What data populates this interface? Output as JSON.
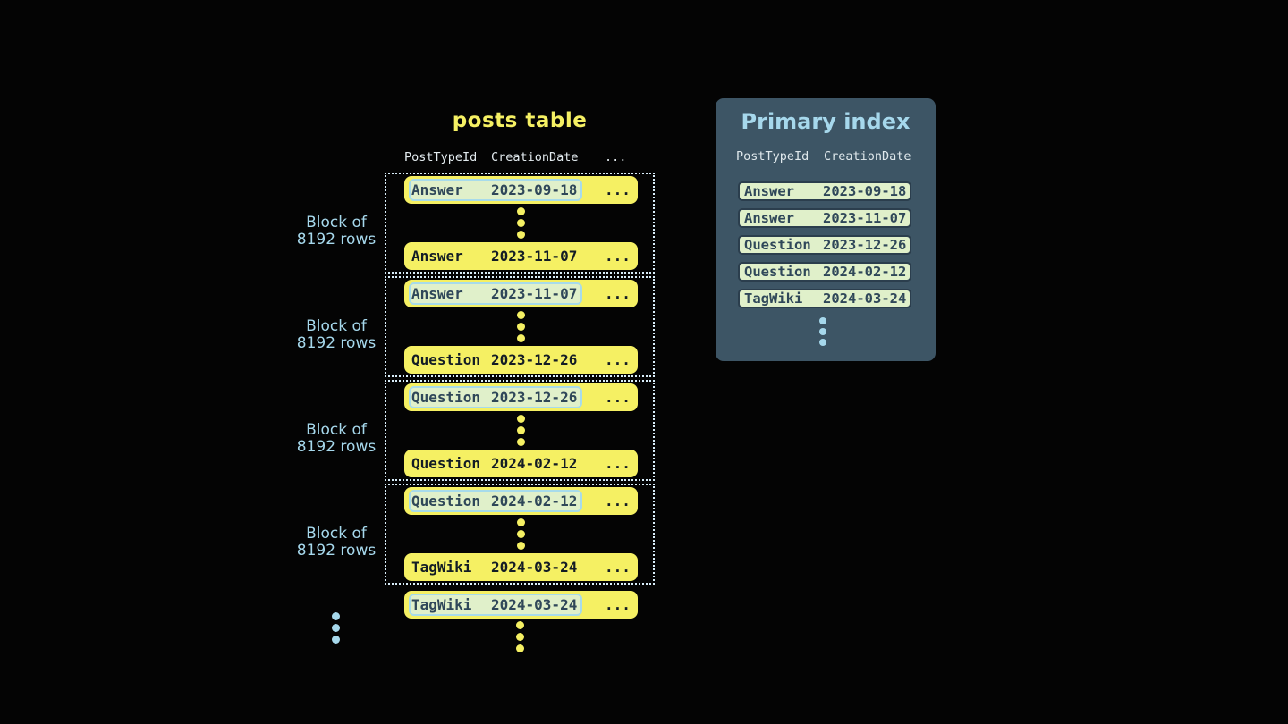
{
  "posts_table": {
    "title": "posts table",
    "header": {
      "col1": "PostTypeId",
      "col2": "CreationDate",
      "col3": "..."
    },
    "block_label": {
      "line1": "Block of",
      "line2": "8192 rows"
    },
    "ellipsis": "...",
    "blocks": [
      {
        "first_row": {
          "post_type": "Answer",
          "creation_date": "2023-09-18"
        },
        "last_row": {
          "post_type": "Answer",
          "creation_date": "2023-11-07"
        }
      },
      {
        "first_row": {
          "post_type": "Answer",
          "creation_date": "2023-11-07"
        },
        "last_row": {
          "post_type": "Question",
          "creation_date": "2023-12-26"
        }
      },
      {
        "first_row": {
          "post_type": "Question",
          "creation_date": "2023-12-26"
        },
        "last_row": {
          "post_type": "Question",
          "creation_date": "2024-02-12"
        }
      },
      {
        "first_row": {
          "post_type": "Question",
          "creation_date": "2024-02-12"
        },
        "last_row": {
          "post_type": "TagWiki",
          "creation_date": "2024-03-24"
        }
      }
    ],
    "next_block_first_row": {
      "post_type": "TagWiki",
      "creation_date": "2024-03-24"
    }
  },
  "primary_index": {
    "title": "Primary index",
    "header": {
      "col1": "PostTypeId",
      "col2": "CreationDate"
    },
    "entries": [
      {
        "post_type": "Answer",
        "creation_date": "2023-09-18"
      },
      {
        "post_type": "Answer",
        "creation_date": "2023-11-07"
      },
      {
        "post_type": "Question",
        "creation_date": "2023-12-26"
      },
      {
        "post_type": "Question",
        "creation_date": "2024-02-12"
      },
      {
        "post_type": "TagWiki",
        "creation_date": "2024-03-24"
      }
    ]
  },
  "colors": {
    "background": "#040404",
    "row_yellow": "#f5f063",
    "title_yellow": "#f5f063",
    "highlight_green": "#e0f0ca",
    "highlight_border_blue": "#a7dbeb",
    "accent_blue": "#a6d8ec",
    "panel_slate": "#3d5565",
    "index_row_border": "#2b3e4d",
    "index_text": "#2f4759",
    "row_text_dark": "#131c25",
    "header_text": "#e3ebef",
    "dotted_border": "#d9eefa"
  }
}
